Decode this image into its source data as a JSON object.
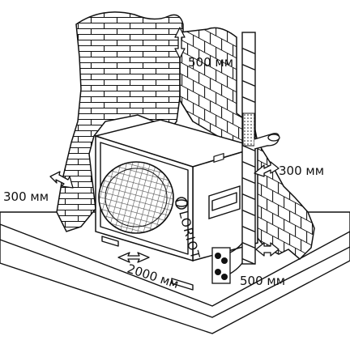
{
  "brand": {
    "logo_text": "LORIOT"
  },
  "clearances": {
    "top": "500 мм",
    "left": "300 мм",
    "right": "300 мм",
    "front": "2000 мм",
    "pipe_side": "500 мм"
  },
  "colors": {
    "line": "#111111",
    "background": "#ffffff",
    "fan_grille": "#555555"
  }
}
